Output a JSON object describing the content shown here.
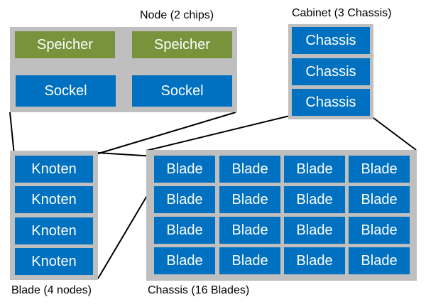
{
  "colors": {
    "frame": "#bfbfbf",
    "chip": "#0070c0",
    "memory": "#77933c",
    "line": "#000000"
  },
  "node": {
    "caption": "Node (2 chips)",
    "memory_label": "Speicher",
    "socket_label": "Sockel"
  },
  "cabinet": {
    "caption": "Cabinet (3 Chassis)",
    "items": [
      "Chassis",
      "Chassis",
      "Chassis"
    ]
  },
  "blade": {
    "caption": "Blade (4 nodes)",
    "items": [
      "Knoten",
      "Knoten",
      "Knoten",
      "Knoten"
    ]
  },
  "chassis": {
    "caption": "Chassis (16 Blades)",
    "items": [
      "Blade",
      "Blade",
      "Blade",
      "Blade",
      "Blade",
      "Blade",
      "Blade",
      "Blade",
      "Blade",
      "Blade",
      "Blade",
      "Blade",
      "Blade",
      "Blade",
      "Blade",
      "Blade"
    ]
  }
}
